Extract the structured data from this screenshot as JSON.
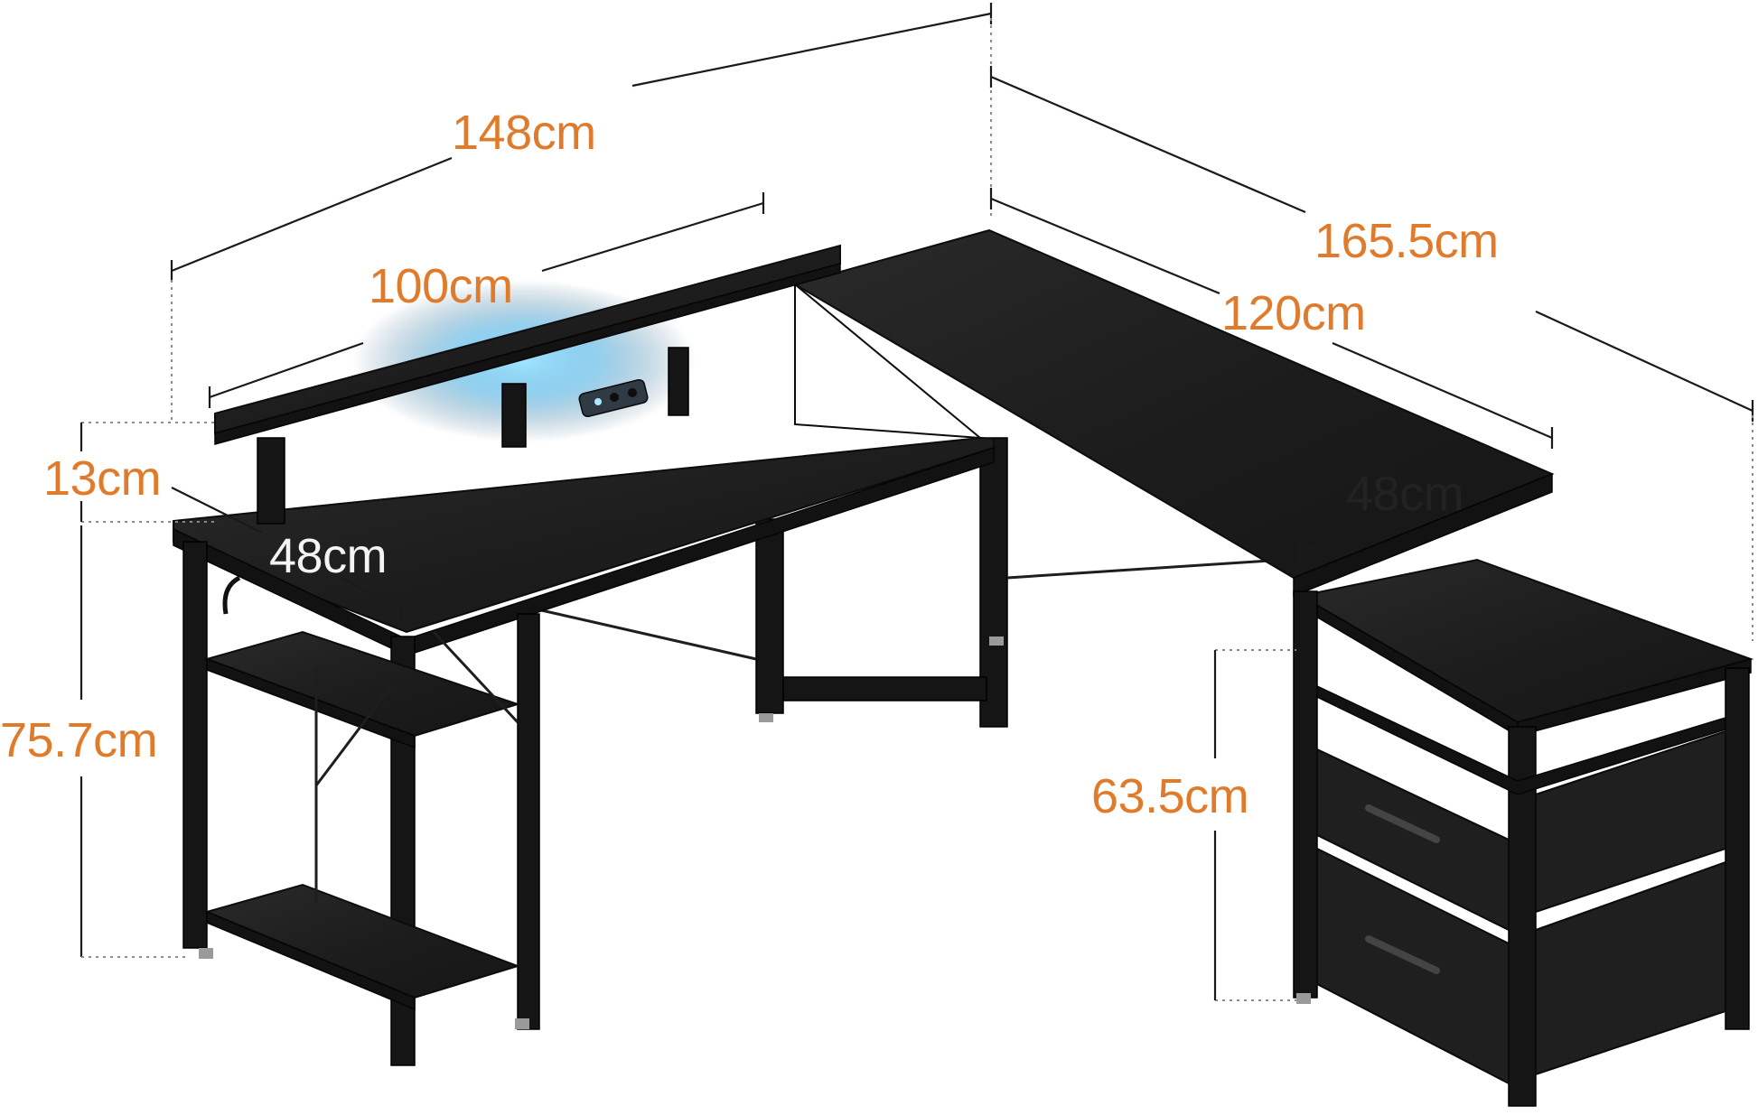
{
  "image": {
    "description_key": "l-shaped-desk-dimensions",
    "accent_color": "#e07b2b",
    "inner_label_color": "#222222",
    "desk_color": "#1c1c1c",
    "led_color": "#6fd0ff"
  },
  "dimensions": {
    "overall_width": "148cm",
    "monitor_shelf_width": "100cm",
    "overall_depth": "165.5cm",
    "return_length": "120cm",
    "shelf_height": "13cm",
    "desk_height": "75.7cm",
    "left_desk_depth": "48cm",
    "right_desk_depth": "48cm",
    "cabinet_height": "63.5cm"
  }
}
